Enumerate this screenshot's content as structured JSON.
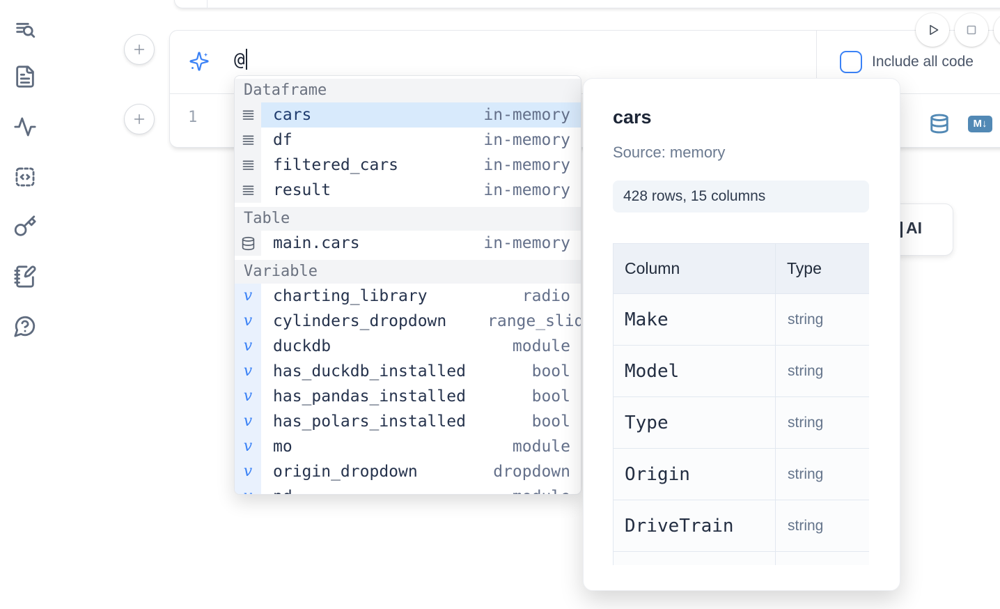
{
  "sidebar": {
    "items": [
      {
        "icon": "list-search"
      },
      {
        "icon": "file-text"
      },
      {
        "icon": "activity"
      },
      {
        "icon": "code-snippet"
      },
      {
        "icon": "key"
      },
      {
        "icon": "notebook-pen"
      },
      {
        "icon": "help-circle"
      }
    ]
  },
  "toolbar": {
    "buttons": [
      {
        "icon": "play",
        "name": "run-button"
      },
      {
        "icon": "stop",
        "name": "stop-button"
      },
      {
        "icon": "none",
        "name": "clipped-button"
      }
    ]
  },
  "prompt": {
    "value": "@",
    "include_all_code_label": "Include all code",
    "checkbox_checked": false
  },
  "cell": {
    "line_number": "1",
    "markdown_badge": "M↓"
  },
  "ai_button": {
    "label": "AI"
  },
  "autocomplete": {
    "sections": [
      {
        "title": "Dataframe",
        "icon": "rows",
        "items": [
          {
            "name": "cars",
            "type": "in-memory",
            "selected": true
          },
          {
            "name": "df",
            "type": "in-memory"
          },
          {
            "name": "filtered_cars",
            "type": "in-memory"
          },
          {
            "name": "result",
            "type": "in-memory"
          }
        ]
      },
      {
        "title": "Table",
        "icon": "database",
        "items": [
          {
            "name": "main.cars",
            "type": "in-memory"
          }
        ]
      },
      {
        "title": "Variable",
        "icon": "variable",
        "items": [
          {
            "name": "charting_library",
            "type": "radio"
          },
          {
            "name": "cylinders_dropdown",
            "type": "range_slider",
            "clipped": true
          },
          {
            "name": "duckdb",
            "type": "module"
          },
          {
            "name": "has_duckdb_installed",
            "type": "bool"
          },
          {
            "name": "has_pandas_installed",
            "type": "bool"
          },
          {
            "name": "has_polars_installed",
            "type": "bool"
          },
          {
            "name": "mo",
            "type": "module"
          },
          {
            "name": "origin_dropdown",
            "type": "dropdown"
          },
          {
            "name": "pd",
            "type": "module"
          }
        ]
      }
    ]
  },
  "preview": {
    "title": "cars",
    "source": "Source: memory",
    "shape": "428 rows, 15 columns",
    "table": {
      "headers": [
        "Column",
        "Type"
      ],
      "rows": [
        {
          "name": "Make",
          "type": "string"
        },
        {
          "name": "Model",
          "type": "string"
        },
        {
          "name": "Type",
          "type": "string"
        },
        {
          "name": "Origin",
          "type": "string"
        },
        {
          "name": "DriveTrain",
          "type": "string"
        },
        {
          "name": "",
          "type": ""
        }
      ]
    }
  },
  "colors": {
    "accent_blue": "#3b82f6",
    "steel_blue": "#5289b5",
    "selected_row_bg": "#d8eafc",
    "section_header_bg": "#f3f4f6",
    "variable_gutter_bg": "#e9f1fd"
  }
}
